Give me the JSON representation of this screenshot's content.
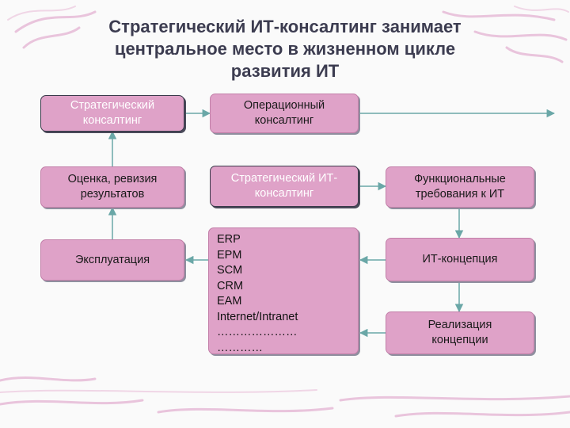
{
  "title": "Стратегический ИТ-консалтинг занимает центральное место в жизненном цикле развития ИТ",
  "title_lines": [
    "Стратегический ИТ-консалтинг занимает",
    "центральное место в жизненном цикле",
    "развития ИТ"
  ],
  "boxes": {
    "strategic": [
      "Стратегический",
      "консалтинг"
    ],
    "operational": [
      "Операционный",
      "консалтинг"
    ],
    "evaluation": [
      "Оценка, ревизия",
      "результатов"
    ],
    "strategic_it": [
      "Стратегический ИТ-",
      "консалтинг"
    ],
    "functional": [
      "Функциональные",
      "требования к ИТ"
    ],
    "exploitation": [
      "Эксплуатация"
    ],
    "it_concept": [
      "ИТ-концепция"
    ],
    "realization": [
      "Реализация",
      "концепции"
    ]
  },
  "systems_list": [
    "ERP",
    "EPM",
    "SCM",
    "CRM",
    "EAM",
    "Internet/Intranet",
    "…………………",
    "…………"
  ],
  "colors": {
    "box_fill": "#dfa2c8",
    "arrow": "#6aa7a7",
    "title": "#3c3c50"
  }
}
